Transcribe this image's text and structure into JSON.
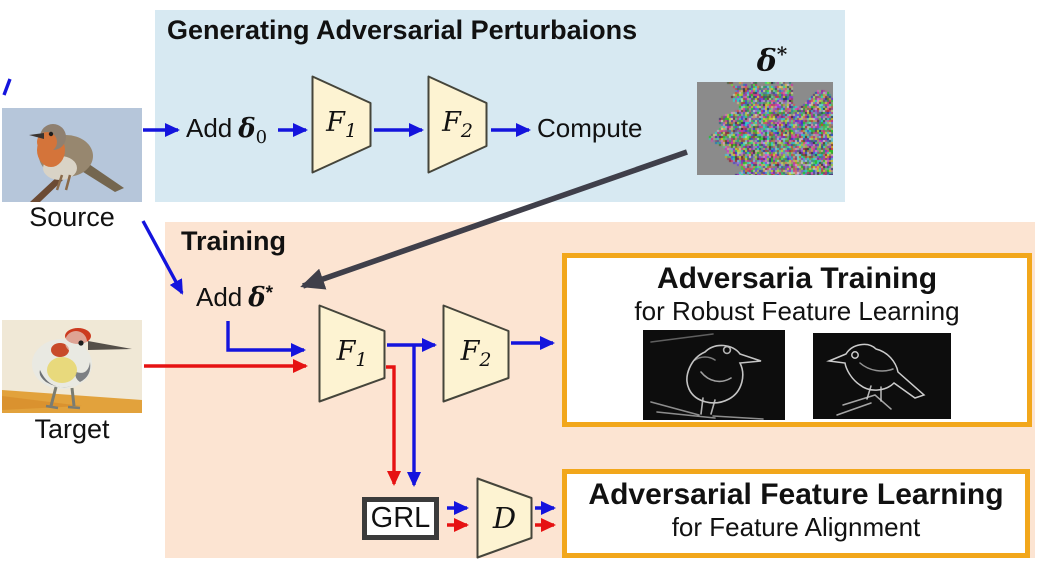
{
  "colors": {
    "panel_blue": "#d7e9f2",
    "panel_peach": "#fce4d2",
    "trapezoid_fill": "#fdf3d2",
    "trapezoid_border": "#45453b",
    "arrow_blue": "#1414dd",
    "arrow_red": "#e61212",
    "arrow_dark": "#3f3f4a",
    "accent_orange": "#f2a71b",
    "grl_border": "#3b3b3b"
  },
  "source": {
    "label": "Source"
  },
  "target": {
    "label": "Target"
  },
  "generation_panel": {
    "title": "Generating Adversarial Perturbaions",
    "add_noise": {
      "word": "Add",
      "delta": "δ",
      "sub": "0"
    },
    "f1": {
      "letter": "F",
      "sub": "1"
    },
    "f2": {
      "letter": "F",
      "sub": "2"
    },
    "compute_label": "Compute",
    "delta_star": {
      "delta": "δ",
      "sup": "*"
    }
  },
  "training_panel": {
    "title": "Training",
    "add_noise": {
      "word": "Add",
      "delta": "δ",
      "sup": "*"
    },
    "f1": {
      "letter": "F",
      "sub": "1"
    },
    "f2": {
      "letter": "F",
      "sub": "2"
    },
    "grl_label": "GRL",
    "d_label": "D",
    "adversarial_training_box": {
      "title": "Adversaria Training",
      "subtitle": "for Robust Feature Learning"
    },
    "adversarial_feature_box": {
      "title": "Adversarial Feature Learning",
      "subtitle": "for Feature Alignment"
    }
  }
}
